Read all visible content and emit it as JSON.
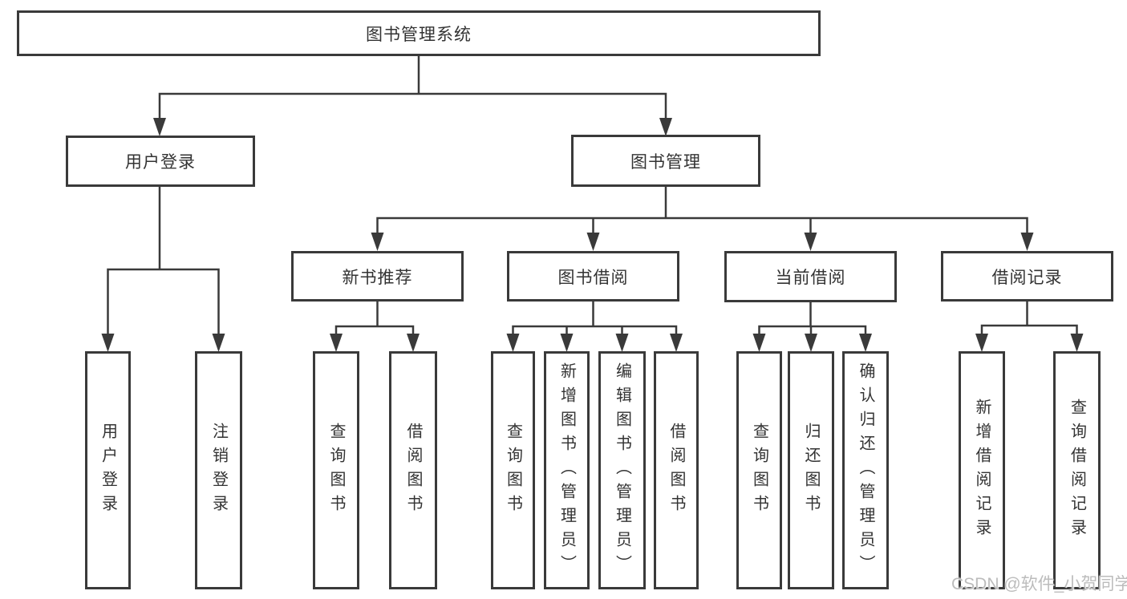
{
  "title": "图书管理系统",
  "watermark": "CSDN @软件_小贺同学",
  "colors": {
    "line": "#3a3a3a",
    "text": "#333333",
    "background": "#ffffff",
    "watermark": "#bcbcbc"
  },
  "nodes": {
    "root": {
      "label": "图书管理系统"
    },
    "level2": [
      {
        "label": "用户登录"
      },
      {
        "label": "图书管理"
      }
    ],
    "level3": [
      {
        "label": "新书推荐",
        "parent": "图书管理"
      },
      {
        "label": "图书借阅",
        "parent": "图书管理"
      },
      {
        "label": "当前借阅",
        "parent": "图书管理"
      },
      {
        "label": "借阅记录",
        "parent": "图书管理"
      }
    ],
    "leaves": [
      {
        "label": "用户登录",
        "parent": "用户登录"
      },
      {
        "label": "注销登录",
        "parent": "用户登录"
      },
      {
        "label": "查询图书",
        "parent": "新书推荐"
      },
      {
        "label": "借阅图书",
        "parent": "新书推荐"
      },
      {
        "label": "查询图书",
        "parent": "图书借阅"
      },
      {
        "label": "新增图书（管理员）",
        "parent": "图书借阅"
      },
      {
        "label": "编辑图书（管理员）",
        "parent": "图书借阅"
      },
      {
        "label": "借阅图书",
        "parent": "图书借阅"
      },
      {
        "label": "查询图书",
        "parent": "当前借阅"
      },
      {
        "label": "归还图书",
        "parent": "当前借阅"
      },
      {
        "label": "确认归还（管理员）",
        "parent": "当前借阅"
      },
      {
        "label": "新增借阅记录",
        "parent": "借阅记录"
      },
      {
        "label": "查询借阅记录",
        "parent": "借阅记录"
      }
    ]
  }
}
